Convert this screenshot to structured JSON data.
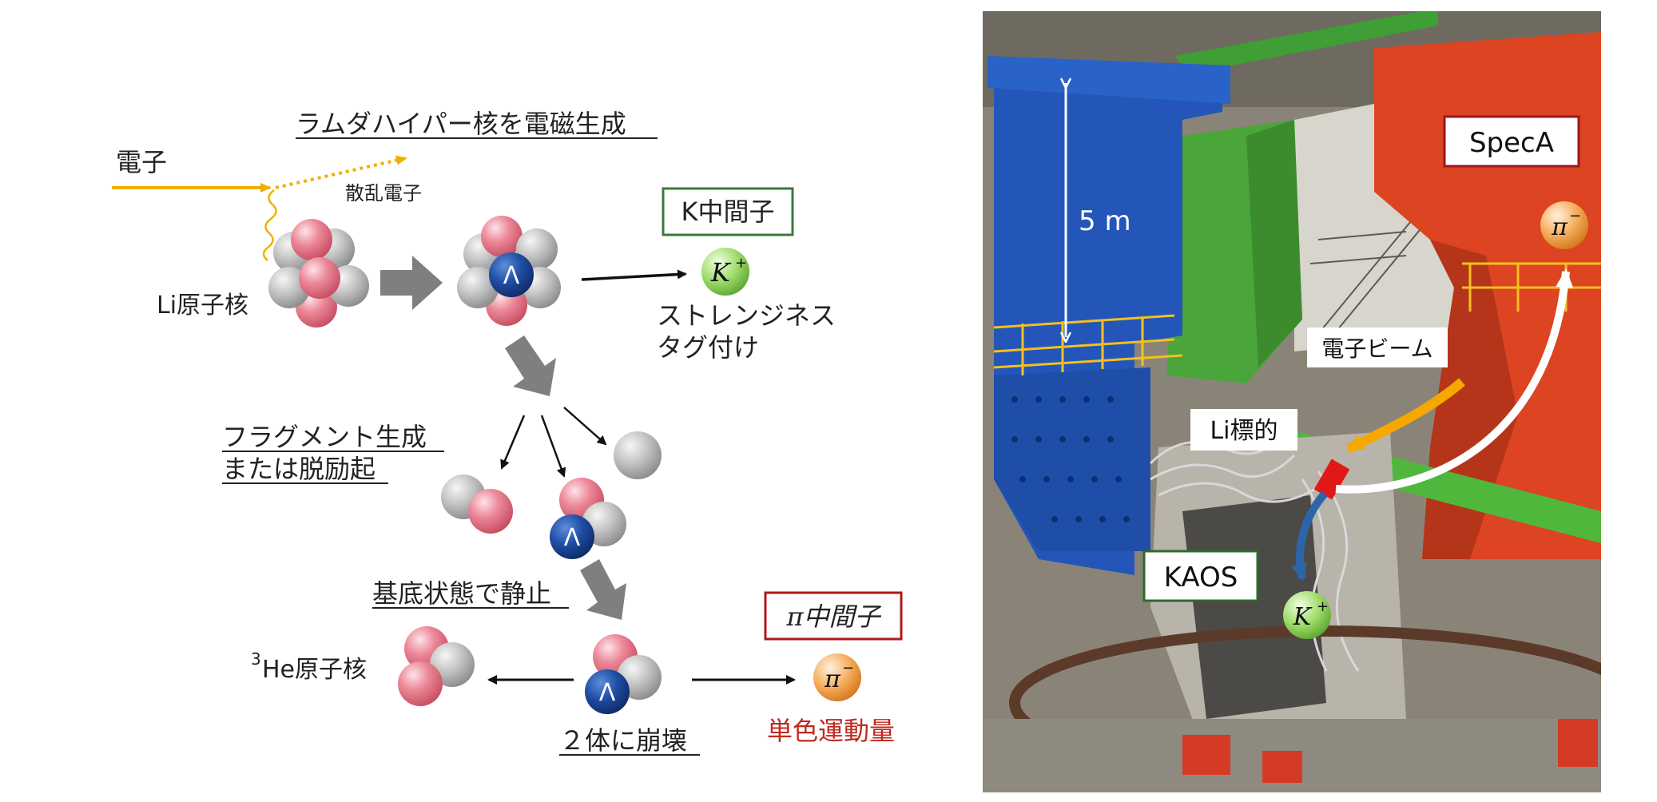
{
  "diagram": {
    "title": "ラムダハイパー核を電磁生成",
    "electron_label": "電子",
    "scattered_electron_label": "散乱電子",
    "li_nucleus_label": "Li原子核",
    "lambda_symbol": "Λ",
    "kaon_box_label": "K中間子",
    "kaon_symbol": "K",
    "kaon_charge": "+",
    "strangeness_tag_line1": "ストレンジネス",
    "strangeness_tag_line2": "タグ付け",
    "fragment_line1": "フラグメント生成",
    "fragment_line2": "または脱励起",
    "ground_state_label": "基底状態で静止",
    "he3_superscript": "3",
    "he3_label": "He原子核",
    "two_body_decay_label": "２体に崩壊",
    "pion_box_label": "π中間子",
    "pion_symbol": "π",
    "pion_charge": "−",
    "monochromatic_label": "単色運動量"
  },
  "photo": {
    "speca_label": "SpecA",
    "height_label": "5 m",
    "electron_beam_label": "電子ビーム",
    "li_target_label": "Li標的",
    "kaos_label": "KAOS",
    "pion_symbol": "π",
    "pion_charge": "−",
    "kaon_symbol": "K",
    "kaon_charge": "+"
  },
  "colors": {
    "proton": "#e8788a",
    "neutron": "#b9b9b9",
    "lambda": "#1e4d9c",
    "kaon_ball": "#8fd45a",
    "pion_ball": "#f5a04a",
    "electron_arrow": "#f0b000",
    "kaon_box_border": "#3a7a3a",
    "pion_box_border": "#b01818",
    "red_text": "#c0281e",
    "speca_border": "#a0141e",
    "kaos_border": "#2e6a2e",
    "photo_blue": "#2356b8",
    "photo_green": "#4aa63a",
    "photo_red": "#dd4422"
  }
}
